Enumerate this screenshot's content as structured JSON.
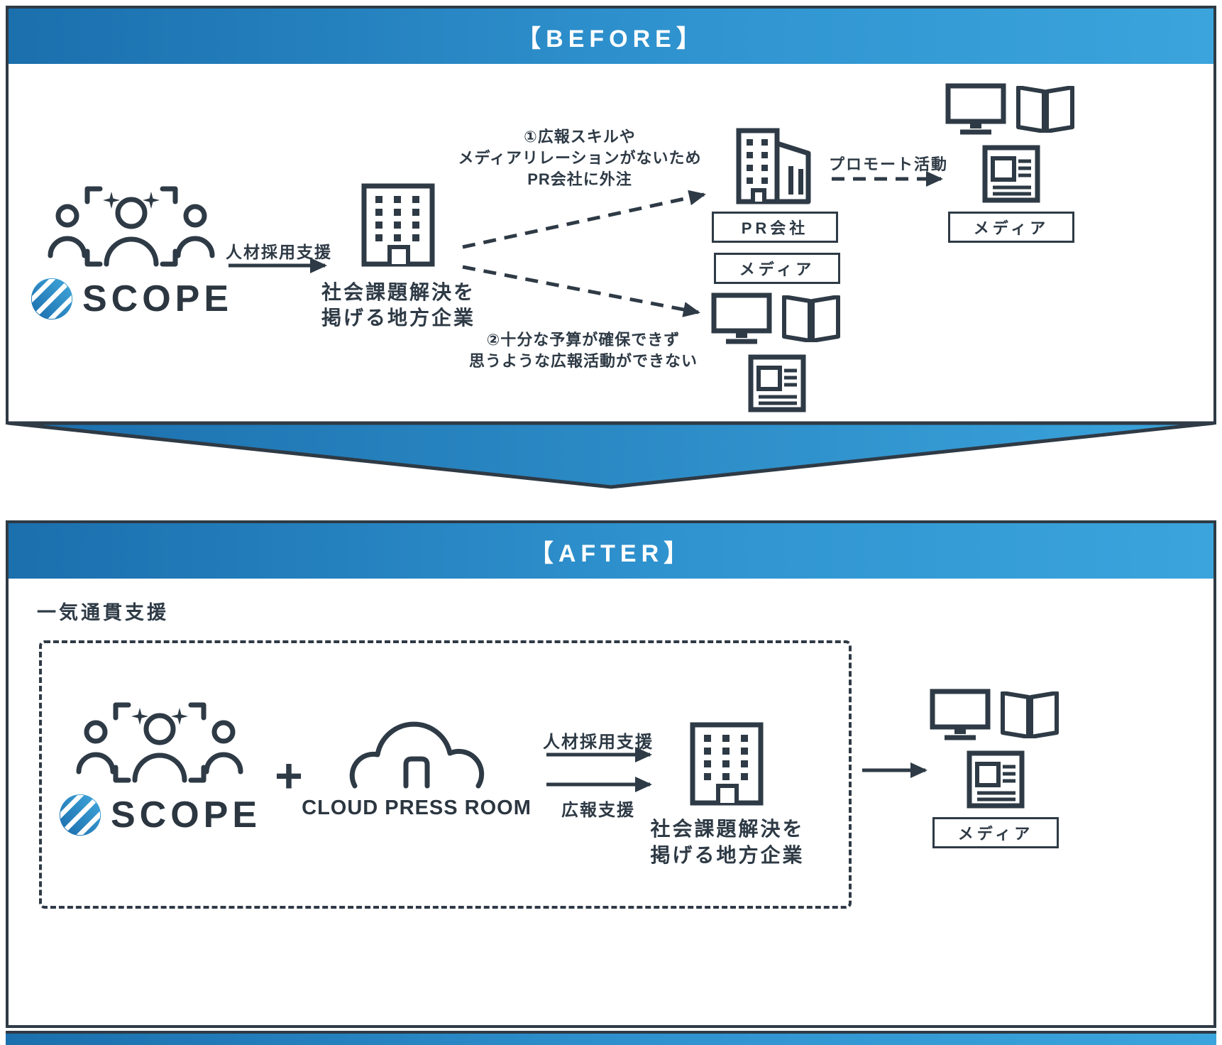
{
  "colors": {
    "header_gradient_left": "#1b6fad",
    "header_gradient_right": "#3ba4dc",
    "outline_dark": "#2e3a45",
    "panel_background": "#ffffff"
  },
  "icons": {
    "team": "people-group-with-focus-frame",
    "scope_mark": "striped-blue-circle",
    "building": "office-building",
    "pr_buildings": "two-office-buildings",
    "monitor": "desktop-monitor",
    "book": "open-book",
    "browser": "news-article-window",
    "cloud_door": "cloud-with-door",
    "transition": "down-chevron"
  },
  "before": {
    "header_title": "【BEFORE】",
    "scope": {
      "brand": "SCOPE"
    },
    "recruit_arrow_label": "人材採用支援",
    "company": {
      "caption_line1": "社会課題解決を",
      "caption_line2": "掲げる地方企業"
    },
    "issue1": {
      "line1": "①広報スキルや",
      "line2": "メディアリレーションがないため",
      "line3": "PR会社に外注"
    },
    "issue2": {
      "line1": "②十分な予算が確保できず",
      "line2": "思うような広報活動ができない"
    },
    "pr_company_label": "PR会社",
    "promote_arrow_label": "プロモート活動",
    "media_top_label": "メディア",
    "media_mid_label": "メディア"
  },
  "after": {
    "header_title": "【AFTER】",
    "integrated_support_label": "一気通貫支援",
    "scope": {
      "brand": "SCOPE"
    },
    "plus_sign": "+",
    "cloud_press_room": {
      "brand": "CLOUD PRESS ROOM"
    },
    "recruit_arrow_label": "人材採用支援",
    "pr_arrow_label": "広報支援",
    "company": {
      "caption_line1": "社会課題解決を",
      "caption_line2": "掲げる地方企業"
    },
    "media_label": "メディア"
  }
}
